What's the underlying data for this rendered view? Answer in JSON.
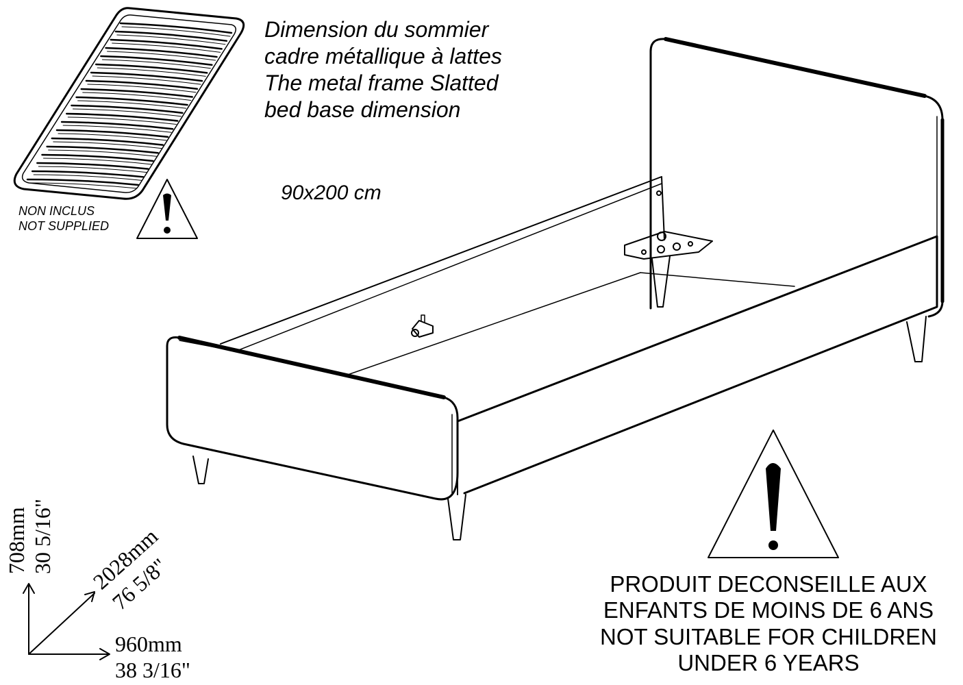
{
  "sommier": {
    "lines": [
      "Dimension du sommier",
      "cadre métallique à lattes",
      "The metal frame Slatted",
      "bed base dimension"
    ],
    "size": "90x200 cm"
  },
  "not_supplied": {
    "fr": "NON INCLUS",
    "en": "NOT SUPPLIED"
  },
  "warning": {
    "lines": [
      "PRODUIT DECONSEILLE AUX",
      "ENFANTS DE MOINS DE 6 ANS",
      "NOT SUITABLE FOR CHILDREN",
      "UNDER 6 YEARS"
    ]
  },
  "dimensions": {
    "height_mm": "708mm",
    "height_in": "30  5/16\"",
    "length_mm": "2028mm",
    "length_in": "76  5/8\"",
    "width_mm": "960mm",
    "width_in": "38   3/16\""
  }
}
